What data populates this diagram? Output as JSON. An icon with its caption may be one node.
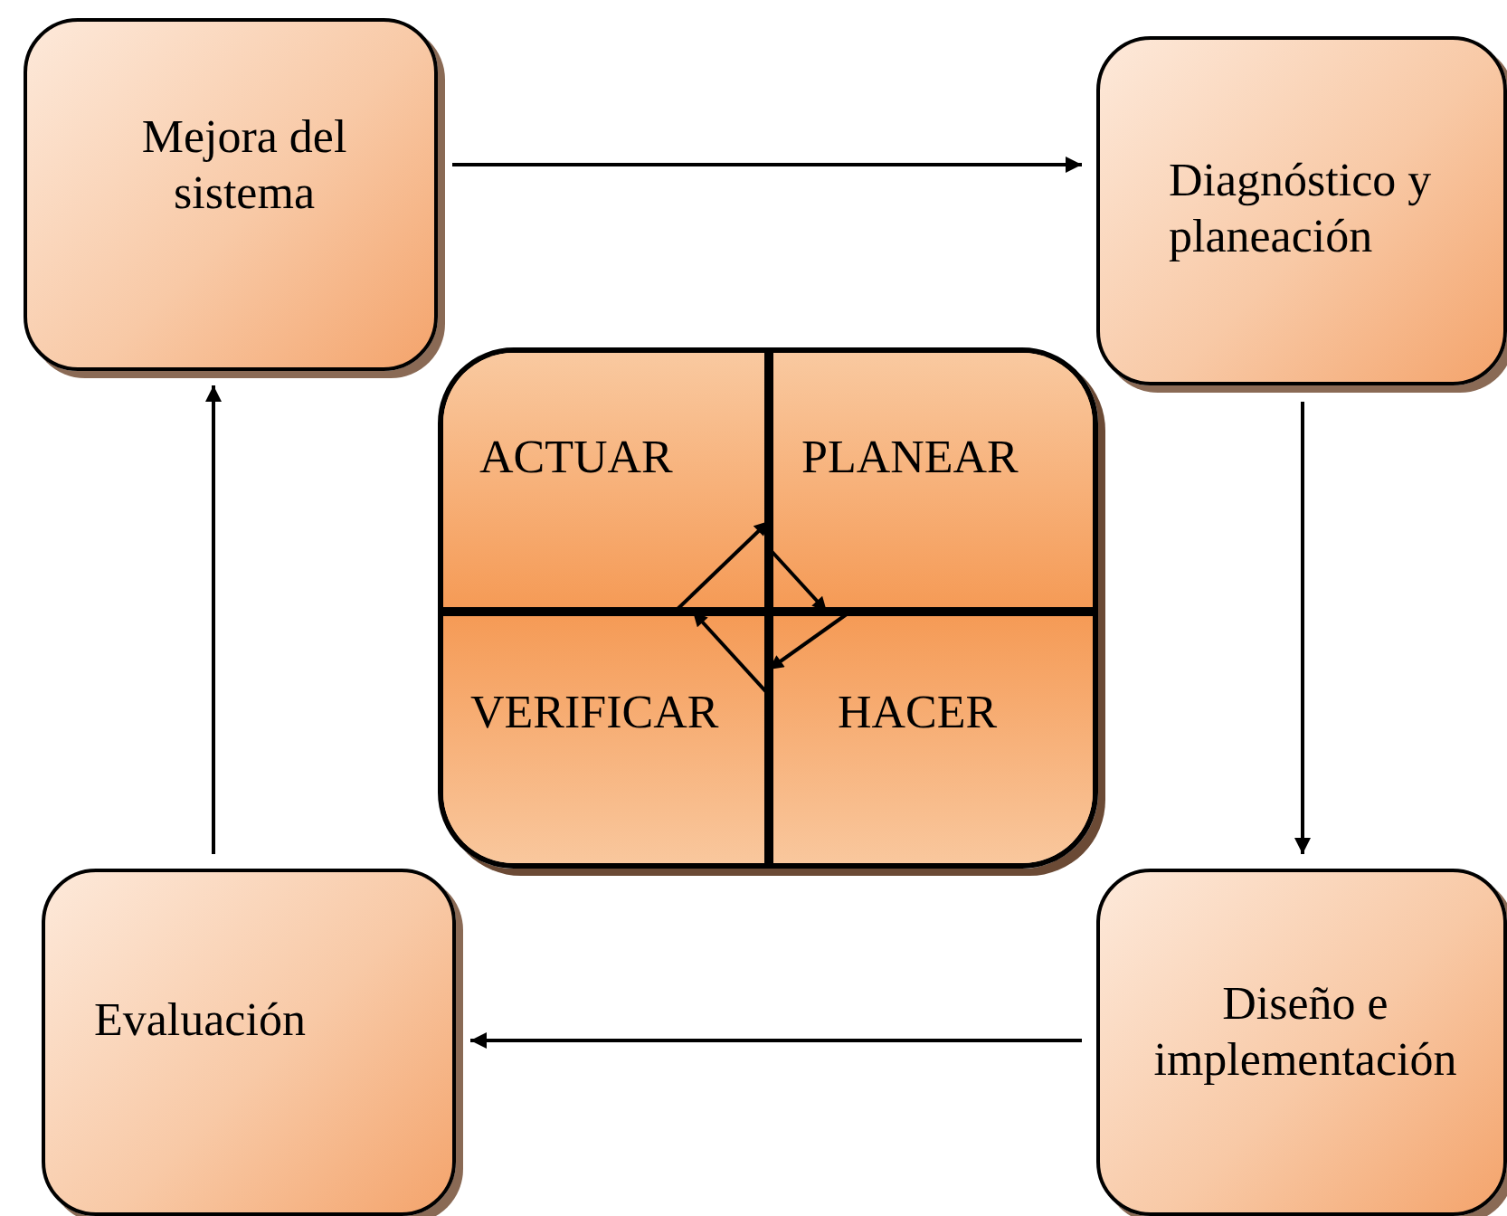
{
  "diagram": {
    "nodes": [
      {
        "text": [
          "Mejora del sistema"
        ]
      },
      {
        "text": [
          "Diagnóstico y planeación"
        ]
      },
      {
        "text": [],
        "shape": "box"
      },
      {
        "text": [
          "ACTUAR"
        ],
        "in": 2
      },
      {
        "text": [
          "PLANEAR"
        ],
        "in": 2
      },
      {
        "text": [
          "VERIFICAR"
        ],
        "in": 2
      },
      {
        "text": [
          "HACER"
        ],
        "in": 2
      },
      {
        "text": [
          "Evaluación"
        ]
      },
      {
        "text": [
          "Diseño e implementación"
        ]
      }
    ],
    "edges": [
      {
        "from": 0,
        "to": 1,
        "arrow": "to"
      },
      {
        "from": 1,
        "to": 8,
        "arrow": "to"
      },
      {
        "from": 8,
        "to": 7,
        "arrow": "to"
      },
      {
        "from": 7,
        "to": 0,
        "arrow": "to"
      },
      {
        "from": 3,
        "to": 4,
        "arrow": "to"
      },
      {
        "from": 4,
        "to": 6,
        "arrow": "to"
      },
      {
        "from": 6,
        "to": 5,
        "arrow": "to"
      },
      {
        "from": 5,
        "to": 3,
        "arrow": "to"
      }
    ]
  }
}
